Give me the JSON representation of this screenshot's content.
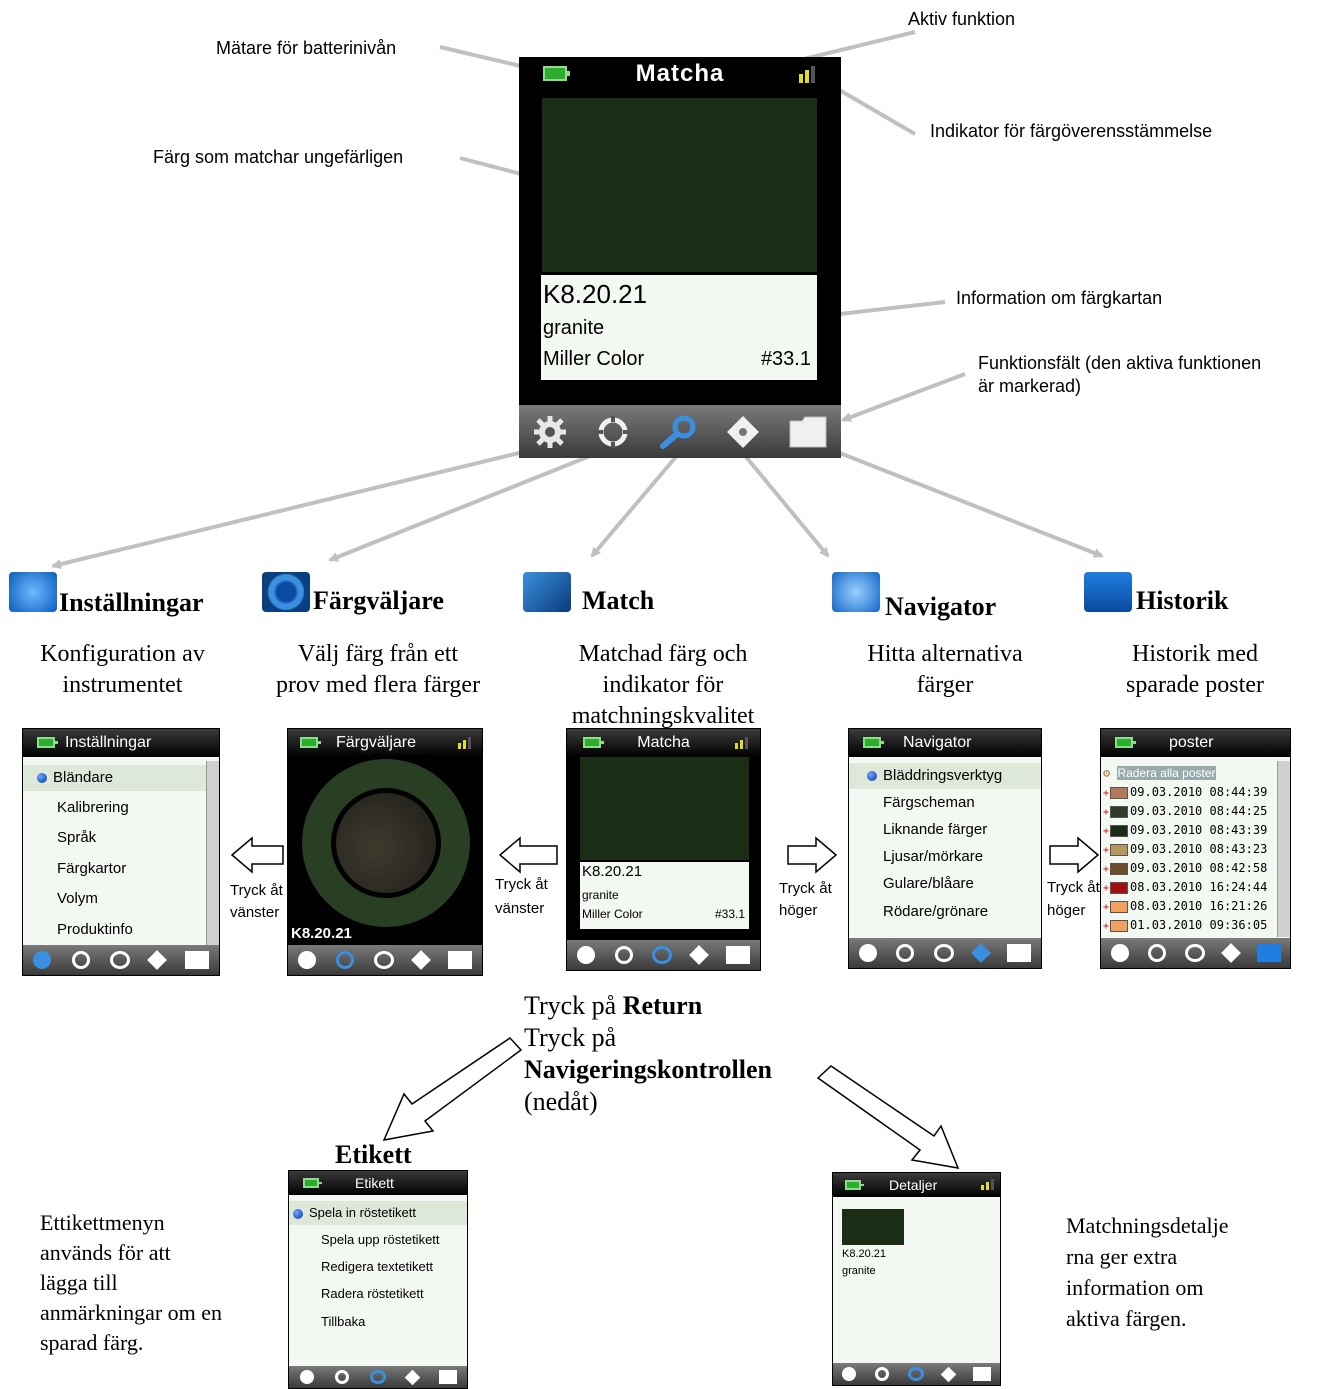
{
  "annotations": {
    "battery": "Mätare för batterinivån",
    "active_function": "Aktiv funktion",
    "match_indicator": "Indikator för färgöverensstämmelse",
    "approx_color": "Färg som matchar ungefärligen",
    "chart_info": "Information om färgkartan",
    "function_bar_1": "Funktionsfält (den aktiva funktionen",
    "function_bar_2": "är markerad)"
  },
  "main_device": {
    "title": "Matcha",
    "code": "K8.20.21",
    "name": "granite",
    "fan_deck": "Miller Color",
    "match_number": "#33.1",
    "swatch_color": "#1c2d16"
  },
  "functions": [
    {
      "heading": "Inställningar",
      "desc_1": "Konfiguration av",
      "desc_2": "instrumentet",
      "icon": "gear-icon"
    },
    {
      "heading": "Färgväljare",
      "desc_1": "Välj färg från ett",
      "desc_2": "prov med flera färger",
      "icon": "color-picker-ring-icon"
    },
    {
      "heading": "Match",
      "desc_1": "Matchad färg och",
      "desc_2": "indikator för",
      "desc_3": "matchningskvalitet",
      "icon": "magnifier-icon"
    },
    {
      "heading": "Navigator",
      "desc_1": "Hitta alternativa",
      "desc_2": "färger",
      "icon": "navigator-diamond-icon"
    },
    {
      "heading": "Historik",
      "desc_1": "Historik med",
      "desc_2": "sparade poster",
      "icon": "folder-icon"
    }
  ],
  "settings_screen": {
    "title": "Inställningar",
    "items": [
      "Bländare",
      "Kalibrering",
      "Språk",
      "Färgkartor",
      "Volym",
      "Produktinfo"
    ]
  },
  "picker_screen": {
    "title": "Färgväljare",
    "code": "K8.20.21"
  },
  "match_screen": {
    "title": "Matcha",
    "code": "K8.20.21",
    "name": "granite",
    "fan_deck": "Miller Color",
    "match_number": "#33.1"
  },
  "navigator_screen": {
    "title": "Navigator",
    "items": [
      "Bläddringsverktyg",
      "Färgscheman",
      "Liknande färger",
      "Ljusar/mörkare",
      "Gulare/blåare",
      "Rödare/grönare"
    ]
  },
  "history_screen": {
    "title": "poster",
    "delete_all": "Radera alla poster",
    "rows": [
      {
        "date": "09.03.2010 08:44:39",
        "color": "#b07a5a"
      },
      {
        "date": "09.03.2010 08:44:25",
        "color": "#2e3a2a"
      },
      {
        "date": "09.03.2010 08:43:39",
        "color": "#1c2d16"
      },
      {
        "date": "09.03.2010 08:43:23",
        "color": "#b5975e"
      },
      {
        "date": "09.03.2010 08:42:58",
        "color": "#6a4e2e"
      },
      {
        "date": "08.03.2010 16:24:44",
        "color": "#a40e0e"
      },
      {
        "date": "08.03.2010 16:21:26",
        "color": "#f2a25e"
      },
      {
        "date": "01.03.2010 09:36:05",
        "color": "#f2a25e"
      }
    ]
  },
  "transitions": {
    "press_left_1": "Tryck åt",
    "press_left_2": "vänster",
    "press_right_1": "Tryck åt",
    "press_right_2": "höger"
  },
  "return_block": {
    "line1_prefix": "Tryck på ",
    "line1_bold": "Return",
    "line2": "Tryck på",
    "line3_bold": "Navigeringskontrollen",
    "line4": "(nedåt)"
  },
  "label_screen": {
    "heading": "Etikett",
    "title": "Etikett",
    "items": [
      "Spela in röstetikett",
      "Spela upp röstetikett",
      "Redigera textetikett",
      "Radera röstetikett",
      "Tillbaka"
    ],
    "desc": [
      "Ettikettmenyn",
      "används för att",
      "lägga till",
      "anmärkningar om en",
      "sparad färg."
    ]
  },
  "details_screen": {
    "title": "Detaljer",
    "code": "K8.20.21",
    "name": "granite",
    "desc": [
      "Matchningsdetalje",
      "rna ger extra",
      "information om",
      "aktiva färgen."
    ]
  }
}
